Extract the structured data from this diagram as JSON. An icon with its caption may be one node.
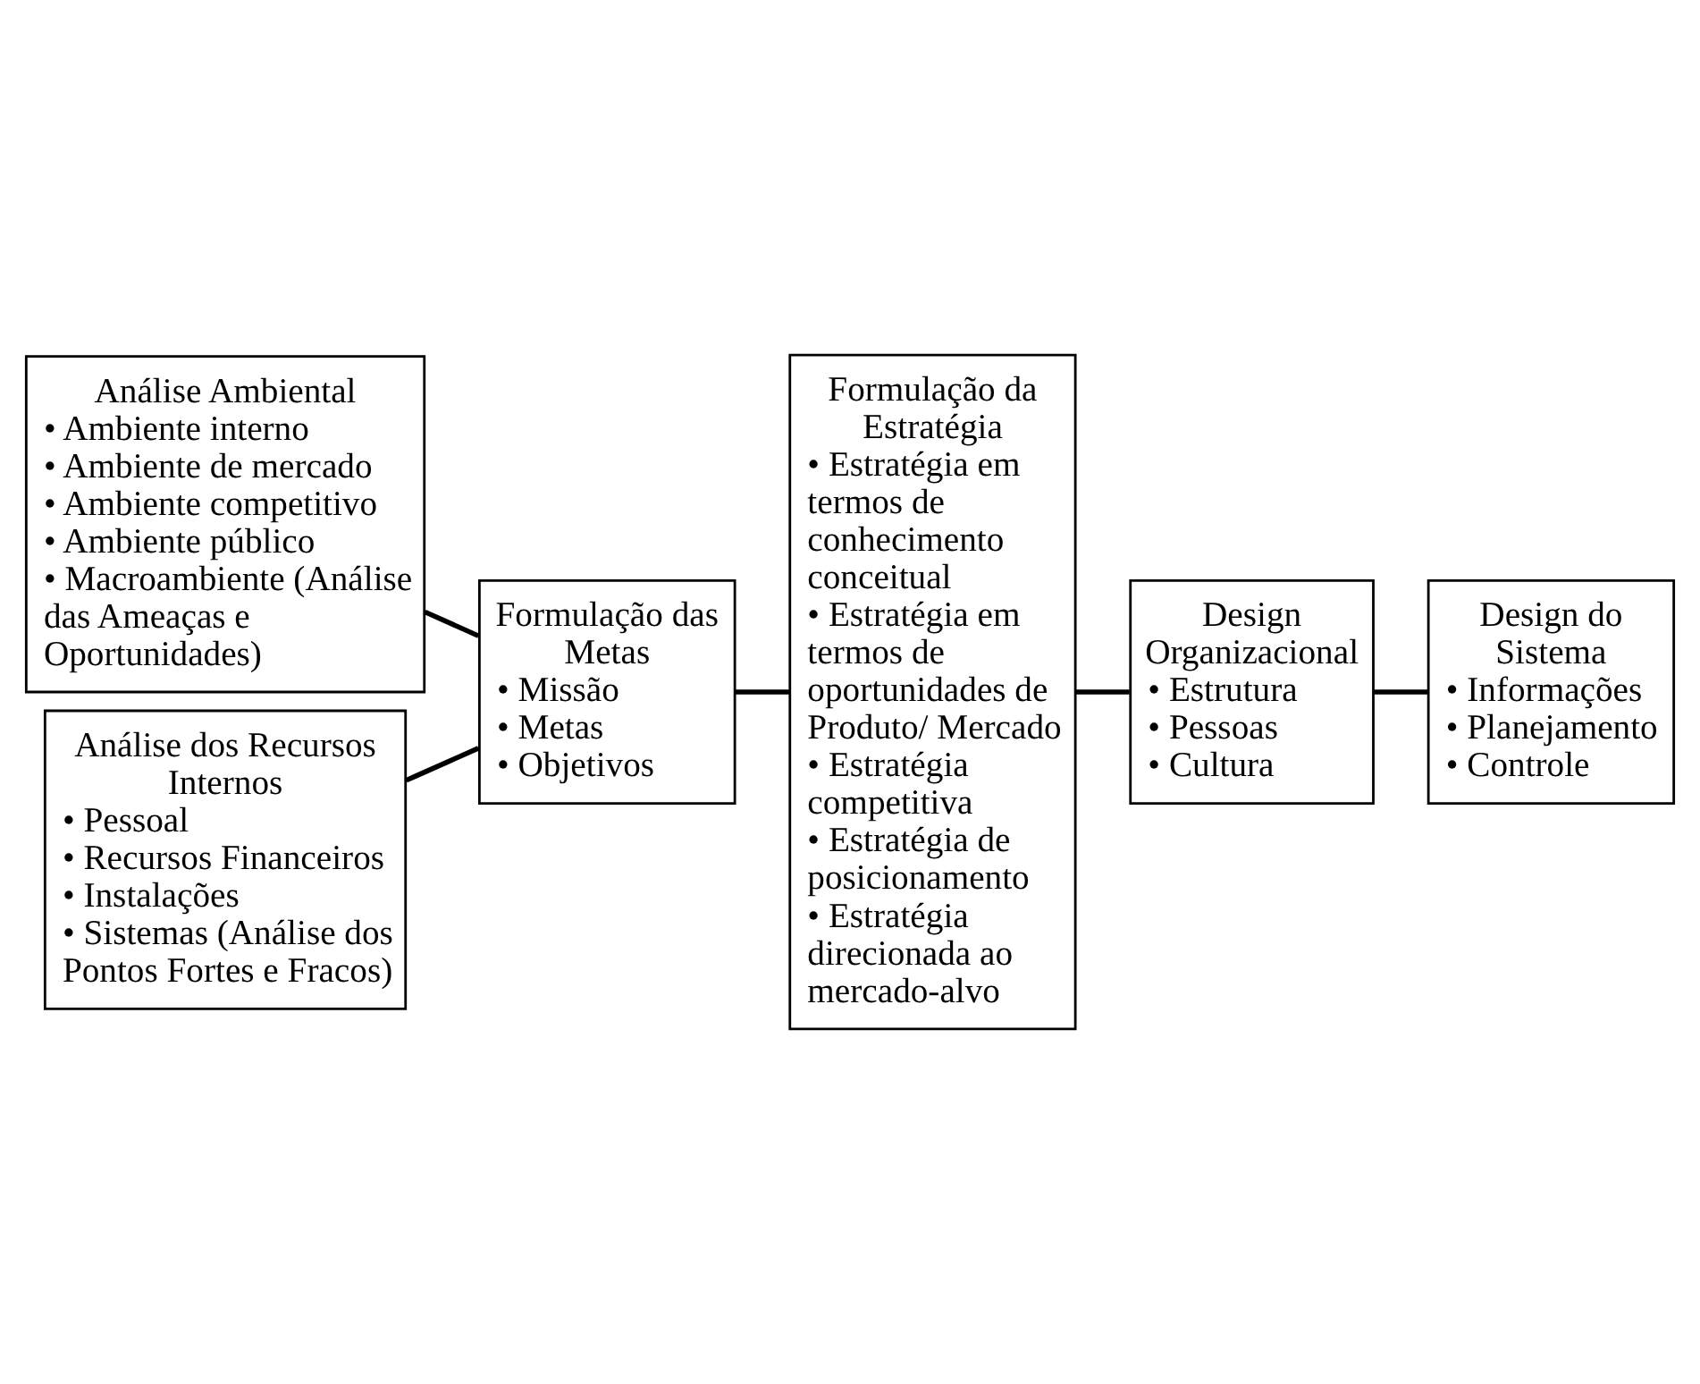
{
  "diagram": {
    "nodes": [
      {
        "text": [
          "Análise Ambiental",
          "• Ambiente interno",
          "• Ambiente de mercado",
          "• Ambiente competitivo",
          "• Ambiente público",
          "• Macroambiente (Análise das Ameaças e Oportunidades)"
        ]
      },
      {
        "text": [
          "Análise dos Recursos Internos",
          "• Pessoal",
          "• Recursos Financeiros",
          "• Instalações",
          "• Sistemas (Análise dos Pontos Fortes e Fracos)"
        ]
      },
      {
        "text": [
          "Formulação das Metas",
          "• Missão",
          "• Metas",
          "• Objetivos"
        ]
      },
      {
        "text": [
          "Formulação da Estratégia",
          "• Estratégia em termos de conhecimento conceitual",
          "• Estratégia em termos de oportunidades de Produto/ Mercado",
          "• Estratégia competitiva",
          "• Estratégia de posicionamento",
          "• Estratégia direcionada ao mercado-alvo"
        ]
      },
      {
        "text": [
          "Design Organizacional",
          "• Estrutura",
          "• Pessoas",
          "• Cultura"
        ]
      },
      {
        "text": [
          "Design do Sistema",
          "• Informações",
          "• Planejamento",
          "• Controle"
        ]
      }
    ],
    "edges": [
      {
        "from": 0,
        "to": 2,
        "arrow": "none"
      },
      {
        "from": 1,
        "to": 2,
        "arrow": "none"
      },
      {
        "from": 2,
        "to": 3,
        "arrow": "none"
      },
      {
        "from": 3,
        "to": 4,
        "arrow": "none"
      },
      {
        "from": 4,
        "to": 5,
        "arrow": "none"
      }
    ]
  }
}
